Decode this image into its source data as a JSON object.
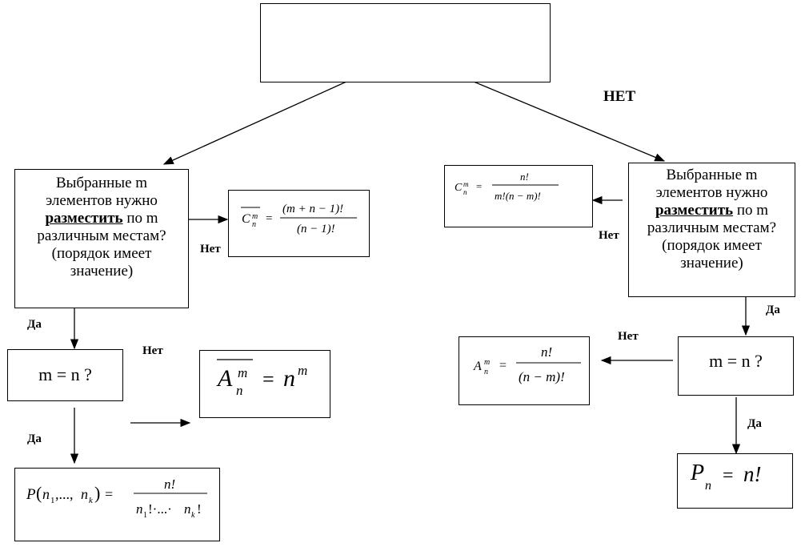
{
  "labels": {
    "net_top": "НЕТ",
    "net_left": "Нет",
    "da_left1": "Да",
    "net_left2": "Нет",
    "da_left2": "Да",
    "net_right": "Нет",
    "da_right1": "Да",
    "net_right2": "Нет",
    "da_right2": "Да"
  },
  "questions": {
    "left_q1_pre": "Выбранные m элементов нужно ",
    "left_q1_bold": "разместить",
    "left_q1_post": " по m различным местам? (порядок имеет значение)",
    "left_q2": "m = n ?",
    "right_q1_pre": "Выбранные m элементов нужно ",
    "right_q1_bold": "разместить",
    "right_q1_post": " по m различным местам? (порядок имеет значение)",
    "right_q2": "m = n ?"
  },
  "formulas": {
    "combinations_rep": "C̄ₙᵐ = (m + n − 1)! / (n − 1)!",
    "arrangements_rep": "Āₙᵐ = nᵐ",
    "multiset_perm": "P(n₁,...,n_k) = n! / (n₁!·...·n_k!)",
    "combinations": "Cₙᵐ = n! / (m!(n − m)!)",
    "arrangements": "Aₙᵐ = n! / (n − m)!",
    "permutations": "Pₙ = n!"
  }
}
